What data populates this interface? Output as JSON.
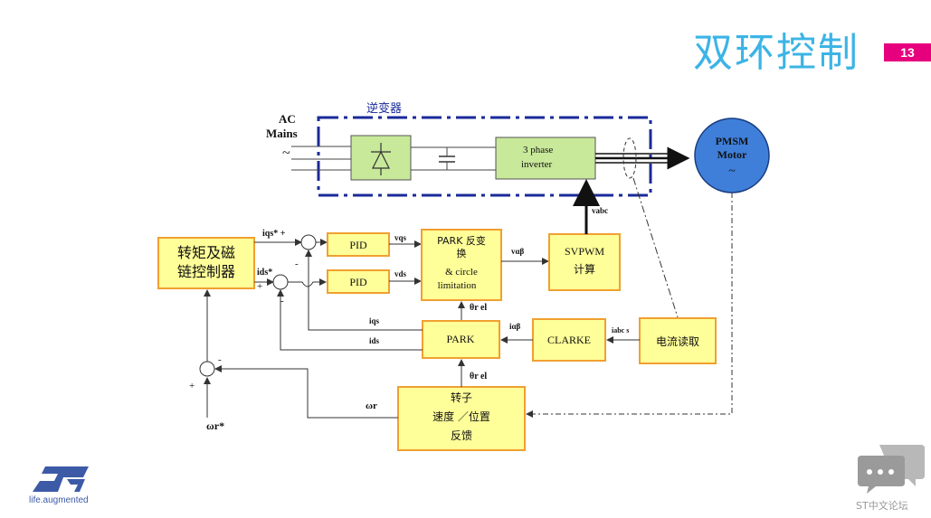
{
  "slide": {
    "title": "双环控制",
    "page_number": "13"
  },
  "logo": {
    "tagline": "life.augmented"
  },
  "watermark": {
    "text": "ST中文论坛"
  },
  "diagram": {
    "inverter_group_label": "逆变器",
    "ac_mains_line1": "AC",
    "ac_mains_line2": "Mains",
    "ac_symbol": "~",
    "inverter_block_line1": "3 phase",
    "inverter_block_line2": "inverter",
    "motor_line1": "PMSM",
    "motor_line2": "Motor",
    "motor_symbol": "~",
    "torque_flux_line1": "转矩及磁",
    "torque_flux_line2": "链控制器",
    "pid_q": "PID",
    "pid_d": "PID",
    "park_inv_line1": "PARK 反变",
    "park_inv_line2": "换",
    "park_inv_line3": "& circle",
    "park_inv_line4": "limitation",
    "svpwm_line1": "SVPWM",
    "svpwm_line2": "计算",
    "park": "PARK",
    "clarke": "CLARKE",
    "current_read": "电流读取",
    "rotor_line1": "转子",
    "rotor_line2": "速度 ／位置",
    "rotor_line3": "反馈",
    "sig_iq_ref": "iqs* +",
    "sig_id_ref": "ids*",
    "sig_vqs": "vqs",
    "sig_vds": "vds",
    "sig_valphabeta": "vαβ",
    "sig_vabc": "vabc",
    "sig_theta1": "θr el",
    "sig_theta2": "θr el",
    "sig_iqs": "iqs",
    "sig_ids": "ids",
    "sig_ialphabeta": "iαβ",
    "sig_iabc": "iabc s",
    "sig_omega": "ωr",
    "sig_omega_ref": "ωr*",
    "plus1": "+",
    "plus2": "+",
    "plus3": "+",
    "minus1": "-",
    "minus2": "-",
    "minus3": "-"
  },
  "colors": {
    "block_fill": "#ffff99",
    "block_border": "#f0a030",
    "inverter_block_fill": "#c8e89a",
    "dashed_box": "#1a2a9a",
    "motor_fill": "#3f7fd9",
    "title": "#3cb4e5",
    "badge": "#e6007e",
    "st_blue": "#3c5aa6"
  }
}
